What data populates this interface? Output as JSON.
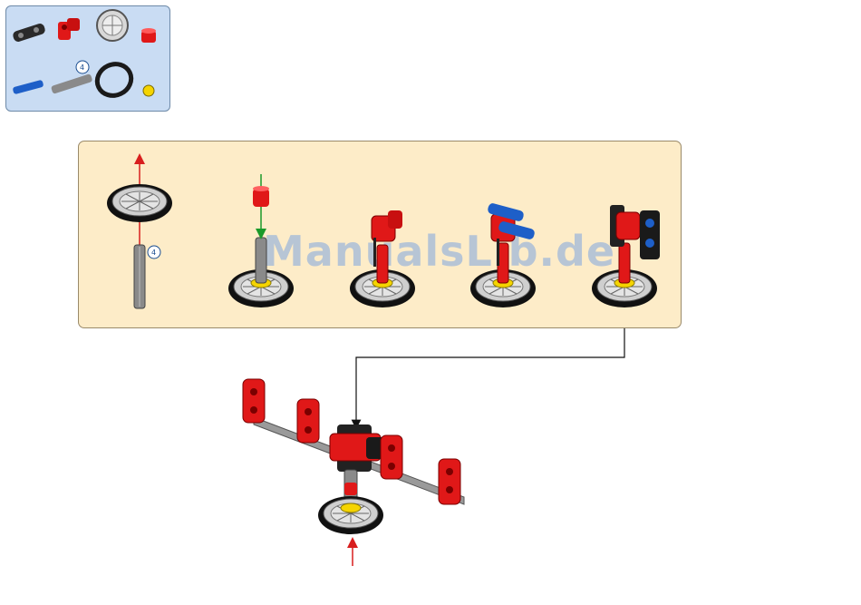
{
  "parts_list": {
    "items": [
      {
        "name": "black-connector-pin",
        "qty": ""
      },
      {
        "name": "red-angle-connector",
        "qty": ""
      },
      {
        "name": "grey-wheel-hub",
        "qty": ""
      },
      {
        "name": "red-bush",
        "qty": ""
      },
      {
        "name": "blue-axle-pin",
        "qty": ""
      },
      {
        "name": "grey-axle",
        "qty": "4"
      },
      {
        "name": "black-tire",
        "qty": ""
      },
      {
        "name": "yellow-bush",
        "qty": ""
      }
    ]
  },
  "step_panel": {
    "qty_badge": "4"
  },
  "watermark": "ManualsLib.de",
  "colors": {
    "parts_bg": "#c9dcf3",
    "panel_bg": "#fdecc8",
    "part_red": "#e01818",
    "part_blue": "#1e5fc8",
    "part_grey": "#8a8a8a",
    "part_yellow": "#f5d400",
    "arrow_red": "#d81e1e",
    "arrow_green": "#1a9a2a"
  }
}
